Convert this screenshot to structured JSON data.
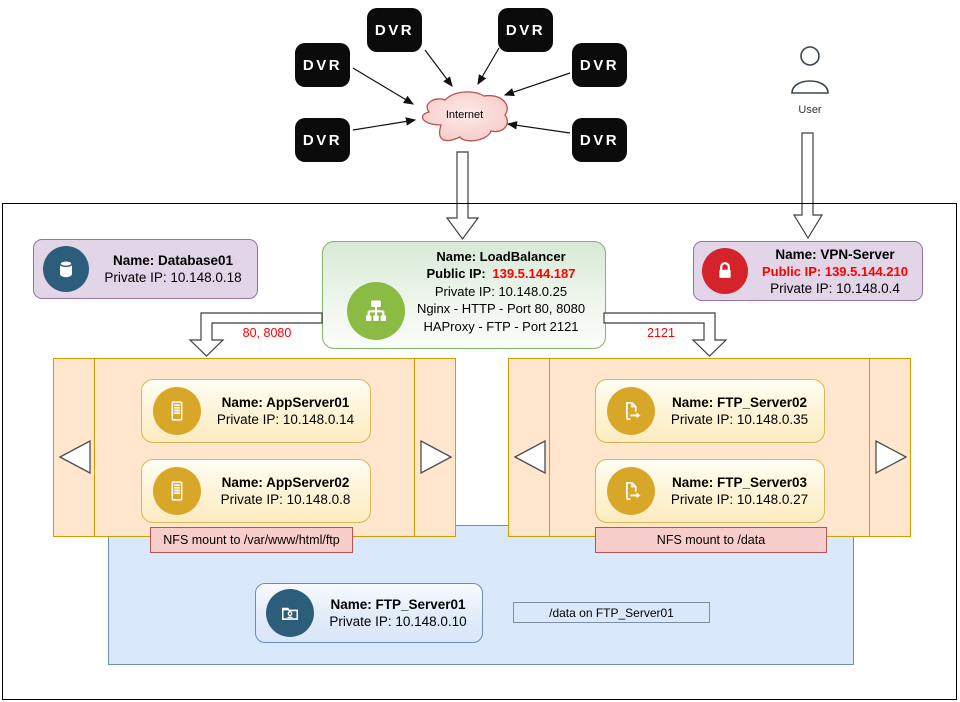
{
  "top": {
    "dvr_units": [
      {
        "label": "DVR"
      },
      {
        "label": "DVR"
      },
      {
        "label": "DVR"
      },
      {
        "label": "DVR"
      },
      {
        "label": "DVR"
      },
      {
        "label": "DVR"
      }
    ],
    "internet_label": "Internet",
    "user_label": "User"
  },
  "nodes": {
    "database01": {
      "name": "Name: Database01",
      "private_ip": "Private IP: 10.148.0.18"
    },
    "load_balancer": {
      "name": "Name: LoadBalancer",
      "public_ip_label": "Public IP:",
      "public_ip_value": "139.5.144.187",
      "private_ip": "Private IP: 10.148.0.25",
      "service_http": "Nginx - HTTP - Port 80, 8080",
      "service_ftp": "HAProxy - FTP - Port 2121"
    },
    "vpn_server": {
      "name": "Name: VPN-Server",
      "public_ip": "Public IP: 139.5.144.210",
      "private_ip": "Private IP: 10.148.0.4"
    },
    "app_server01": {
      "name": "Name: AppServer01",
      "private_ip": "Private IP: 10.148.0.14"
    },
    "app_server02": {
      "name": "Name: AppServer02",
      "private_ip": "Private IP: 10.148.0.8"
    },
    "ftp_server02": {
      "name": "Name: FTP_Server02",
      "private_ip": "Private IP: 10.148.0.35"
    },
    "ftp_server03": {
      "name": "Name: FTP_Server03",
      "private_ip": "Private IP: 10.148.0.27"
    },
    "ftp_server01": {
      "name": "Name: FTP_Server01",
      "private_ip": "Private IP: 10.148.0.10"
    }
  },
  "edge_labels": {
    "http_ports": "80, 8080",
    "ftp_port": "2121"
  },
  "annotations": {
    "nfs_app_mount": "NFS mount to /var/www/html/ftp",
    "nfs_data_mount": "NFS mount to /data",
    "data_note": "/data on FTP_Server01"
  },
  "icons": {
    "database": "database-icon",
    "load_balancer": "load-balancer-tree-icon",
    "vpn_server": "lock-icon",
    "app_server": "server-icon",
    "ftp_server": "file-export-icon",
    "ftp_storage": "folder-user-icon",
    "user": "person-icon"
  },
  "colors": {
    "public_ip_red": "#ff0000",
    "port_label_red": "#ff0000",
    "group_fill": "#ffe6cc",
    "group_stroke": "#d79b00",
    "inner_card_stroke": "#d6b656",
    "nfs_fill": "#f8cecc",
    "nfs_stroke": "#b85450",
    "storage_fill": "#dae8fc",
    "storage_stroke": "#6c8ebf",
    "purple_fill": "#e1d5e7",
    "purple_stroke": "#9673a6",
    "lb_fill": "#d5e8d4",
    "lb_stroke": "#82b366",
    "cloud_fill": "#fadcda",
    "cloud_stroke": "#b85450",
    "icon_gold": "#d9a728",
    "icon_red": "#d5232c",
    "icon_blue": "#2c5e7c",
    "icon_green": "#8cbb44"
  }
}
